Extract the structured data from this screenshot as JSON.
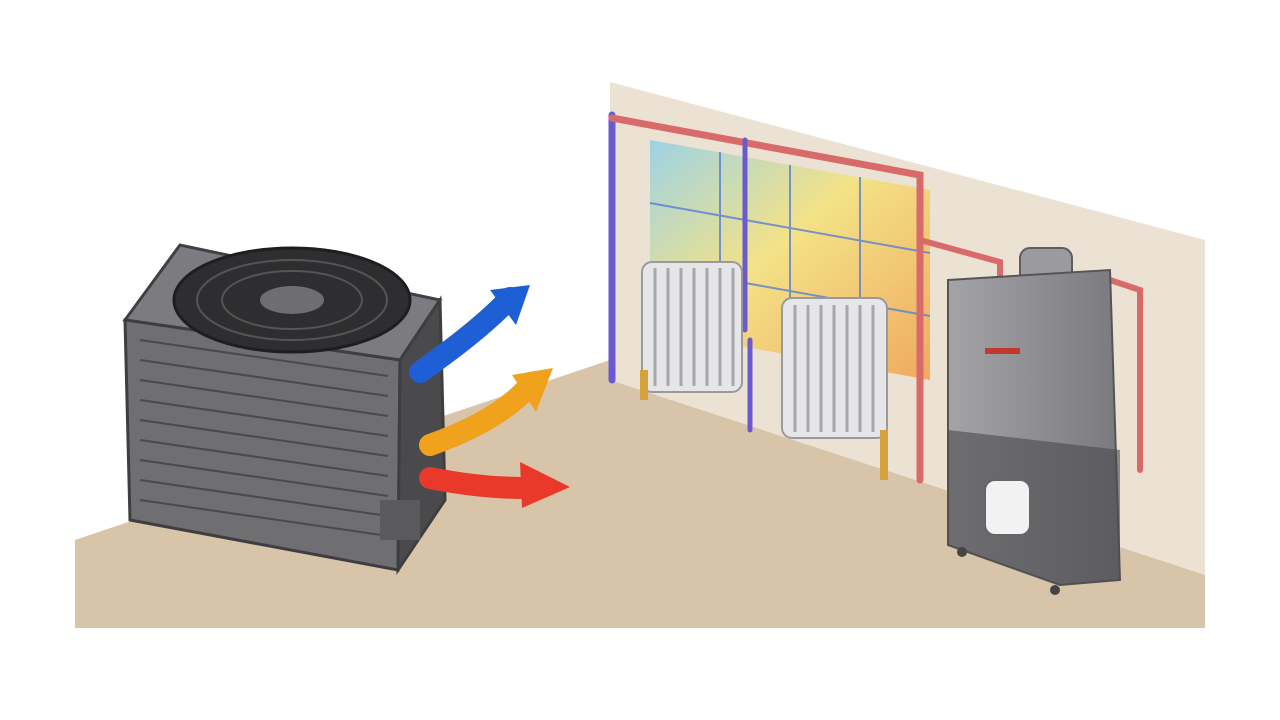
{
  "colors": {
    "background": "#ffffff",
    "floor": "#d8c4a8",
    "wall": "#ece2d4",
    "unit_body": "#6f6f72",
    "unit_dark": "#4a4a4d",
    "arrow_blue": "#1f5fd6",
    "arrow_orange": "#f0a21c",
    "arrow_red": "#e8392a",
    "pipe_red": "#d96a6a",
    "pipe_purple": "#6a5ad0",
    "radiator": "#e6e6e8",
    "boiler": "#8c8c90",
    "boiler_accent": "#c0392b"
  },
  "icons": [
    "heat-pump-unit",
    "airflow-arrow-blue",
    "airflow-arrow-orange",
    "airflow-arrow-red",
    "radiator",
    "boiler",
    "pipework",
    "thermal-window"
  ]
}
